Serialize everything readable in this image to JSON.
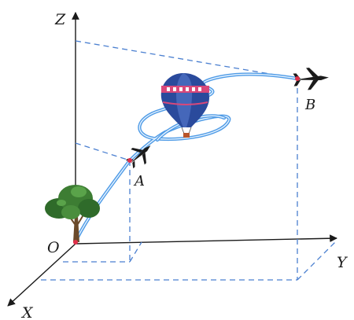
{
  "axes": {
    "z_label": "Z",
    "y_label": "Y",
    "x_label": "X",
    "origin_label": "O"
  },
  "points": {
    "a_label": "A",
    "b_label": "B"
  },
  "colors": {
    "flight_path": "#4f9be6",
    "projection_lines": "#4a7fd0",
    "axis": "#1a1a1a",
    "balloon_body": "#2a4a9c",
    "balloon_band": "#d8487a",
    "tree_foliage": "#2f6b2a",
    "plane": "#1b1b1b",
    "point_marker": "#e0304a"
  },
  "icons": [
    "jet-plane-icon",
    "hot-air-balloon-icon",
    "tree-icon"
  ]
}
